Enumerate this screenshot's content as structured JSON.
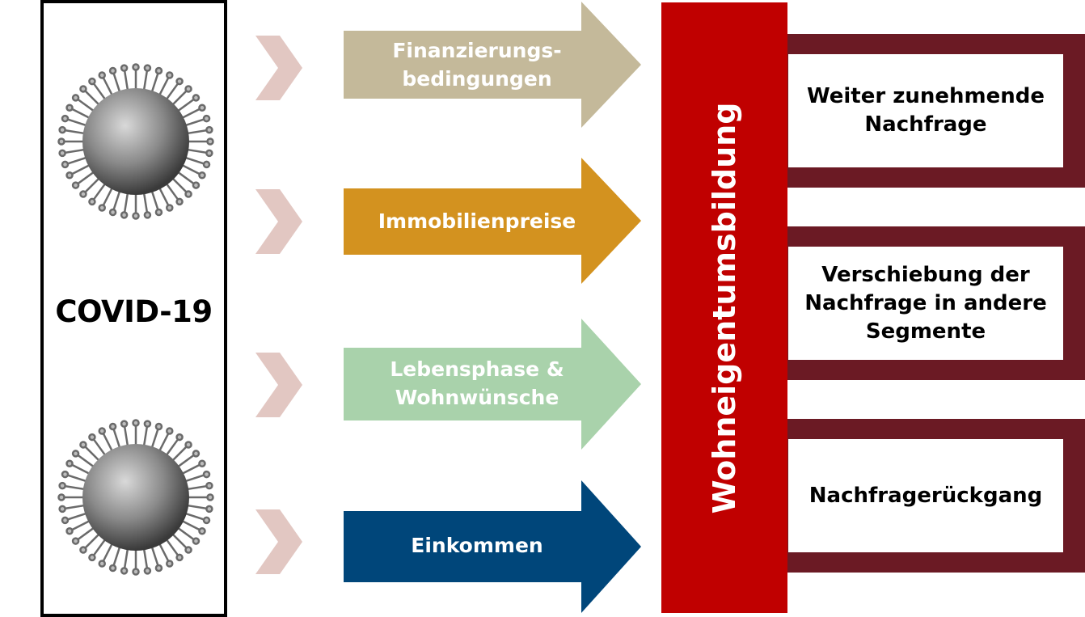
{
  "covid": {
    "label": "COVID-19"
  },
  "factors": [
    {
      "label": "Finanzierungs-\nbedingungen",
      "color": "#c4b99a"
    },
    {
      "label": "Immobilienpreise",
      "color": "#d3921f"
    },
    {
      "label": "Lebensphase &\nWohnwünsche",
      "color": "#a9d2ab"
    },
    {
      "label": "Einkommen",
      "color": "#00467a"
    }
  ],
  "center": {
    "label": "Wohneigentumsbildung",
    "color": "#c00000"
  },
  "outcomes": [
    {
      "label": "Weiter zunehmende\nNachfrage"
    },
    {
      "label": "Verschiebung der\nNachfrage in andere\nSegmente"
    },
    {
      "label": "Nachfragerückgang"
    }
  ],
  "colors": {
    "chevron": "#e2c7c2",
    "frame": "#6b1a24",
    "border": "#000000"
  }
}
